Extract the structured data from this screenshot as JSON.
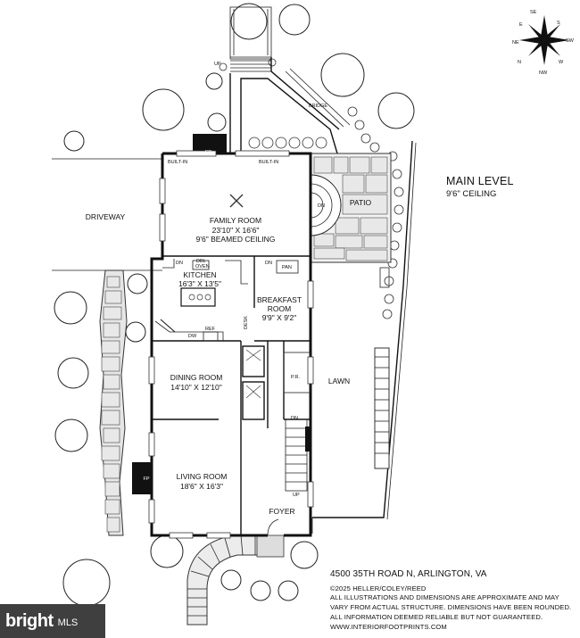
{
  "header": {
    "level_title": "MAIN LEVEL",
    "ceiling_height": "9'6\" CEILING"
  },
  "compass": {
    "labels": [
      "SE",
      "S",
      "SW",
      "W",
      "NW",
      "N",
      "NE",
      "E"
    ]
  },
  "rooms": {
    "family_room": {
      "name": "FAMILY ROOM",
      "size": "23'10\" X 16'6\"",
      "note": "9'6\" BEAMED CEILING"
    },
    "kitchen": {
      "name": "KITCHEN",
      "size": "16'3\" X 13'5\""
    },
    "breakfast_room": {
      "name": "BREAKFAST",
      "name2": "ROOM",
      "size": "9'9\" X 9'2\""
    },
    "dining_room": {
      "name": "DINING ROOM",
      "size": "14'10\" X 12'10\""
    },
    "living_room": {
      "name": "LIVING ROOM",
      "size": "18'6\" X 16'3\""
    },
    "foyer": {
      "name": "FOYER"
    },
    "patio": {
      "name": "PATIO"
    },
    "lawn": {
      "name": "LAWN"
    },
    "driveway": {
      "name": "DRIVEWAY"
    }
  },
  "fixtures": {
    "fp_top": "FP",
    "fp_left": "FP",
    "built_in_1": "BUILT-IN",
    "built_in_2": "BUILT-IN",
    "dn_patio": "DN",
    "dn_kitchen": "DN",
    "dn_breakfast": "DN",
    "dn_stairs": "DN",
    "dbl_oven": "DBL",
    "dbl_oven2": "OVEN",
    "pan": "PAN",
    "dw": "DW",
    "ref": "REF",
    "desk": "DESK",
    "pr": "P.R.",
    "up_stairs": "UP",
    "up_deck": "UP",
    "bridge": "BRIDGE"
  },
  "footer": {
    "address": "4500 35TH ROAD N, ARLINGTON, VA",
    "copyright": "©2025 HELLER/COLEY/REED",
    "disclaimer_1": "ALL ILLUSTRATIONS AND DIMENSIONS ARE APPROXIMATE AND MAY",
    "disclaimer_2": "VARY FROM ACTUAL STRUCTURE. DIMENSIONS HAVE BEEN ROUNDED.",
    "disclaimer_3": "ALL INFORMATION DEEMED RELIABLE BUT NOT GUARANTEED.",
    "website": "WWW.INTERIORFOOTPRINTS.COM"
  },
  "watermark": {
    "brand": "bright",
    "suffix": "MLS"
  }
}
